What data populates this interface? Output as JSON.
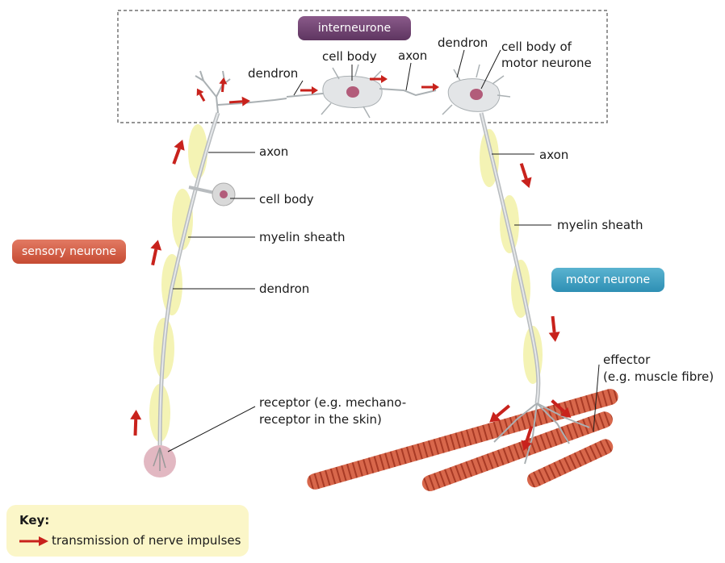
{
  "colors": {
    "impulse_arrow": "#c8221c",
    "myelin": "#f4f3b4",
    "fibre": "#c9cdd0",
    "cell_body": "#d99aa9",
    "muscle": "#d8674b",
    "interneurone_badge": "#6f4471",
    "sensory_badge": "#d45d45",
    "motor_badge": "#3d9fc1",
    "key_bg": "#fbf6c8"
  },
  "badges": {
    "interneurone": "interneurone",
    "sensory": "sensory neurone",
    "motor": "motor neurone"
  },
  "labels": {
    "inter_dendron": "dendron",
    "inter_cell_body": "cell body",
    "inter_axon": "axon",
    "motor_dendron": "dendron",
    "motor_cell_body_line1": "cell body of",
    "motor_cell_body_line2": "motor neurone",
    "sensory_axon": "axon",
    "sensory_cell_body": "cell body",
    "sensory_myelin": "myelin sheath",
    "sensory_dendron": "dendron",
    "receptor_line1": "receptor (e.g. mechano-",
    "receptor_line2": "receptor in the skin)",
    "motor_axon": "axon",
    "motor_myelin": "myelin sheath",
    "effector_line1": "effector",
    "effector_line2": "(e.g. muscle fibre)"
  },
  "key": {
    "title": "Key:",
    "entry": "transmission of nerve impulses",
    "icon": "red-arrow-icon"
  }
}
